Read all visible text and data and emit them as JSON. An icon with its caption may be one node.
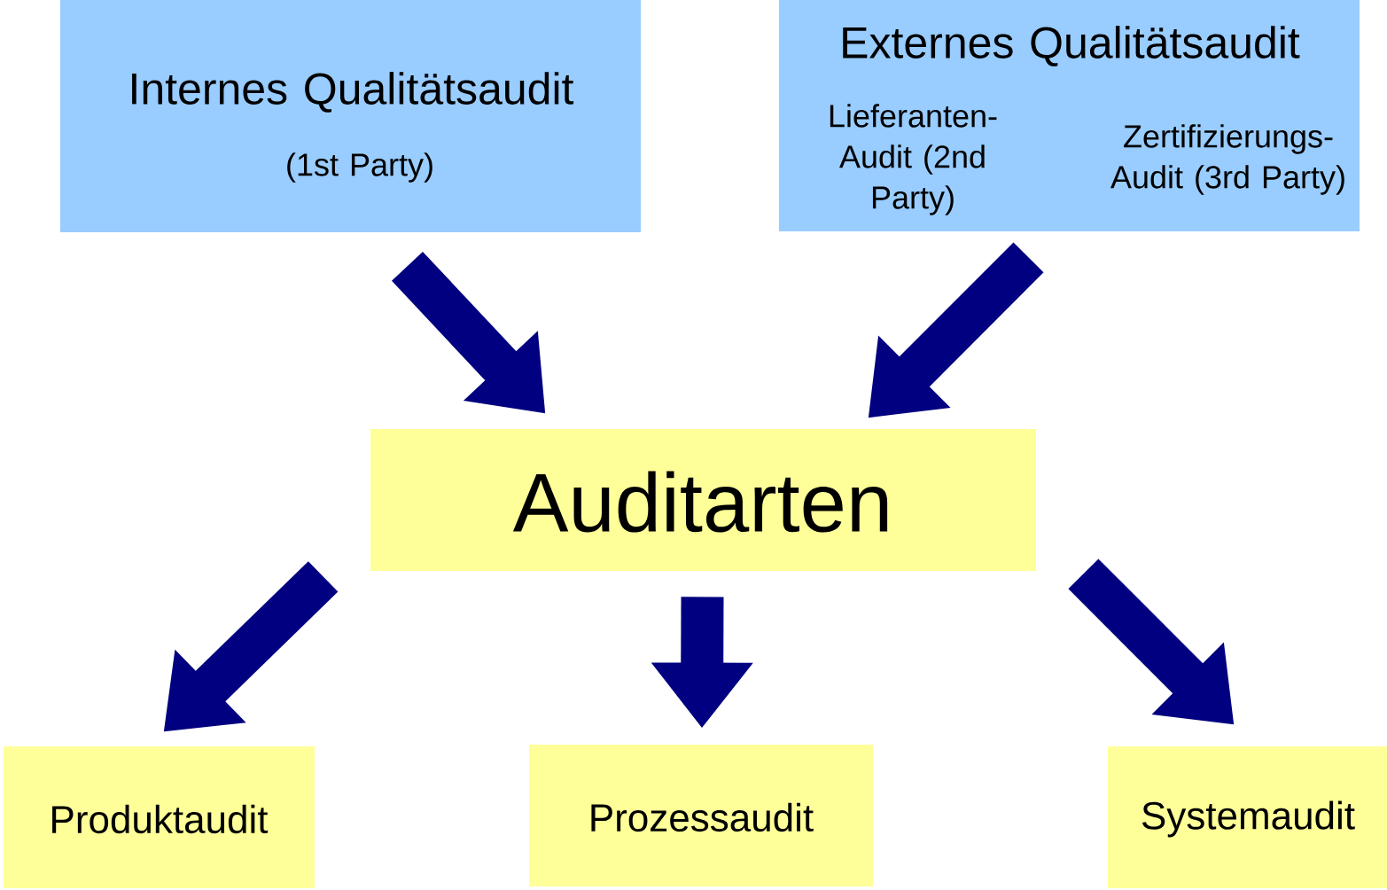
{
  "diagram": {
    "nodes": [
      {
        "text": [
          "Internes Qualitätsaudit",
          "(1st Party)"
        ]
      },
      {
        "text": [
          "Externes Qualitätsaudit",
          "Lieferanten- Audit (2nd Party)",
          "Zertifizierungs- Audit (3rd Party)"
        ]
      },
      {
        "text": [
          "Auditarten"
        ]
      },
      {
        "text": [
          "Produktaudit"
        ]
      },
      {
        "text": [
          "Prozessaudit"
        ]
      },
      {
        "text": [
          "Systemaudit"
        ]
      }
    ],
    "edges": [
      {
        "from": 0,
        "to": 2,
        "arrow": "to"
      },
      {
        "from": 1,
        "to": 2,
        "arrow": "to"
      },
      {
        "from": 2,
        "to": 3,
        "arrow": "to"
      },
      {
        "from": 2,
        "to": 4,
        "arrow": "to"
      },
      {
        "from": 2,
        "to": 5,
        "arrow": "to"
      }
    ]
  }
}
